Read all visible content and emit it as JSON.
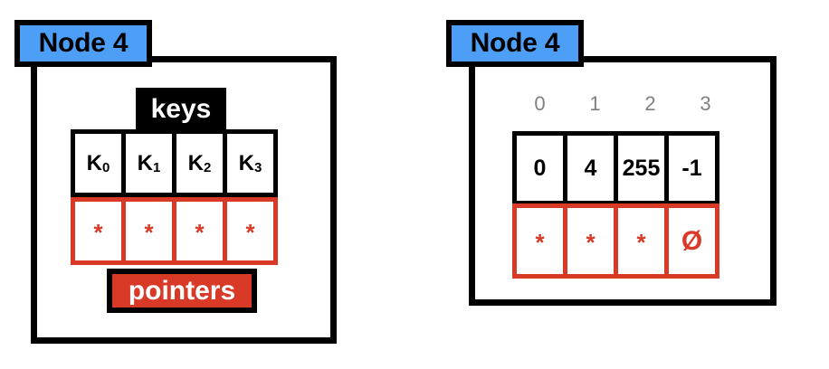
{
  "colors": {
    "badge_blue": "#4d9ef7",
    "pointer_red": "#d93a27",
    "frame_black": "#000000",
    "index_gray": "#808080",
    "background": "#ffffff"
  },
  "panels": [
    {
      "id": "abstract",
      "badge_label": "Node 4",
      "keys_caption": "keys",
      "pointers_caption": "pointers",
      "keys": [
        {
          "base": "K",
          "sub": "0"
        },
        {
          "base": "K",
          "sub": "1"
        },
        {
          "base": "K",
          "sub": "2"
        },
        {
          "base": "K",
          "sub": "3"
        }
      ],
      "pointers": [
        {
          "glyph": "*",
          "kind": "star"
        },
        {
          "glyph": "*",
          "kind": "star"
        },
        {
          "glyph": "*",
          "kind": "star"
        },
        {
          "glyph": "*",
          "kind": "star"
        }
      ]
    },
    {
      "id": "concrete",
      "badge_label": "Node 4",
      "indices": [
        "0",
        "1",
        "2",
        "3"
      ],
      "keys": [
        "0",
        "4",
        "255",
        "-1"
      ],
      "pointers": [
        {
          "glyph": "*",
          "kind": "star"
        },
        {
          "glyph": "*",
          "kind": "star"
        },
        {
          "glyph": "*",
          "kind": "star"
        },
        {
          "glyph": "Ø",
          "kind": "null"
        }
      ]
    }
  ]
}
